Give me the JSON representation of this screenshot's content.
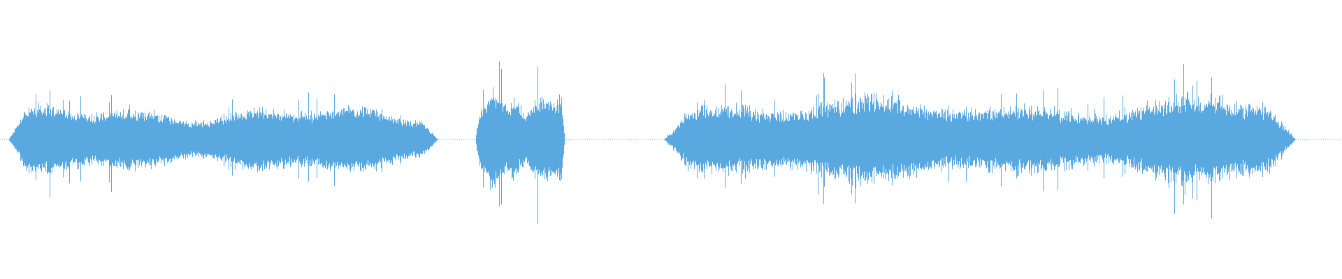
{
  "waveform": {
    "color": "#5aa8e0",
    "background": "#ffffff",
    "baseline_style": "dotted",
    "segments": [
      {
        "name": "segment-1",
        "start": 0.006,
        "end": 0.326,
        "level": 0.45,
        "variation": 0.3
      },
      {
        "name": "segment-2",
        "start": 0.354,
        "end": 0.421,
        "level": 0.62,
        "variation": 0.35
      },
      {
        "name": "segment-3",
        "start": 0.495,
        "end": 0.965,
        "level": 0.55,
        "variation": 0.42
      }
    ]
  }
}
